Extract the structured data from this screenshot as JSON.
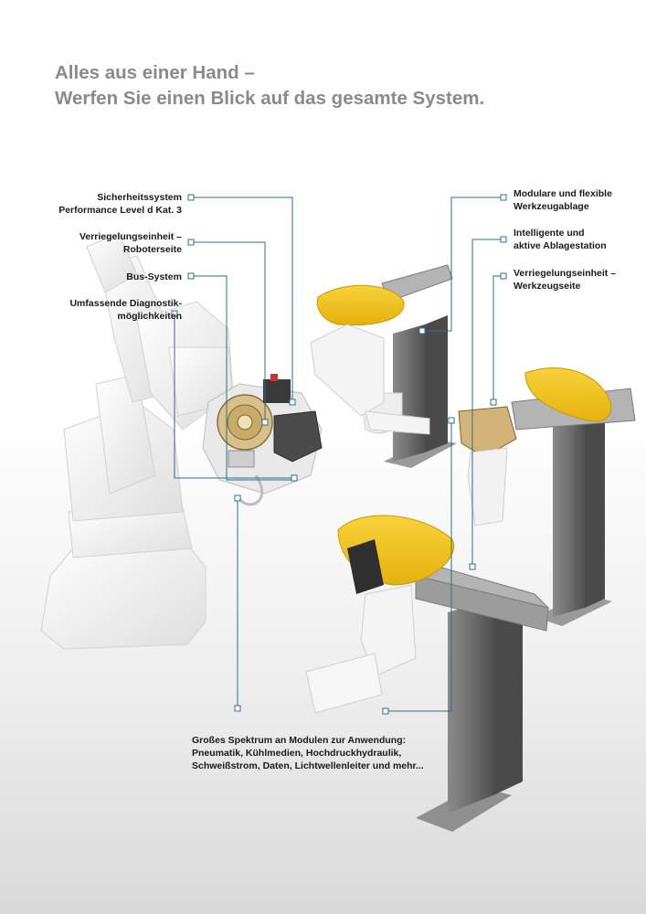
{
  "heading": {
    "line1": "Alles aus einer Hand –",
    "line2": "Werfen Sie einen Blick auf das gesamte System."
  },
  "callouts_left": [
    {
      "lines": [
        "Sicherheitssystem",
        "Performance Level d Kat. 3"
      ]
    },
    {
      "lines": [
        "Verriegelungseinheit –",
        "Roboterseite"
      ]
    },
    {
      "lines": [
        "Bus-System"
      ]
    },
    {
      "lines": [
        "Umfassende Diagnostik-",
        "möglichkeiten"
      ]
    }
  ],
  "callouts_right": [
    {
      "lines": [
        "Modulare und flexible",
        "Werkzeugablage"
      ]
    },
    {
      "lines": [
        "Intelligente und",
        "aktive Ablagestation"
      ]
    },
    {
      "lines": [
        "Verriegelungseinheit –",
        "Werkzeugseite"
      ]
    }
  ],
  "callout_bottom": {
    "lines": [
      "Großes Spektrum an Modulen zur Anwendung:",
      "Pneumatik, Kühlmedien, Hochdruckhydraulik,",
      "Schweißstrom, Daten, Lichtwellenleiter und mehr..."
    ]
  },
  "colors": {
    "heading": "#8a8a8a",
    "leader_line": "#2f6f86",
    "tool_yellow": "#f2c418",
    "stand_grey": "#6b6b6b"
  }
}
